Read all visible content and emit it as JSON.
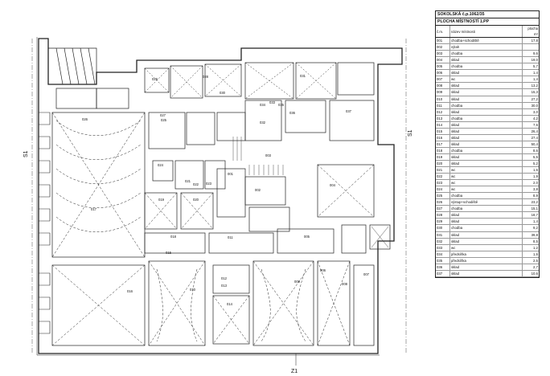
{
  "legend": {
    "building": "SOKOLSKÁ č.p.1062/35",
    "floor": "PLOCHA MÍSTNOSTÍ 1.PP",
    "columns": [
      "č.m.",
      "název místnosti",
      "plocha m²"
    ],
    "rows": [
      [
        "001",
        "chodba+schodiště",
        "17,8"
      ],
      [
        "002",
        "výtah",
        ""
      ],
      [
        "003",
        "chodba",
        "9,6"
      ],
      [
        "004",
        "sklad",
        "19,0"
      ],
      [
        "005",
        "chodba",
        "5,7"
      ],
      [
        "006",
        "sklad",
        "1,4"
      ],
      [
        "007",
        "wc",
        "1,4"
      ],
      [
        "008",
        "sklad",
        "13,2"
      ],
      [
        "009",
        "sklad",
        "15,3"
      ],
      [
        "010",
        "sklad",
        "27,2"
      ],
      [
        "011",
        "chodba",
        "30,0"
      ],
      [
        "012",
        "sklad",
        "3,0"
      ],
      [
        "013",
        "chodba",
        "4,2"
      ],
      [
        "014",
        "sklad",
        "7,6"
      ],
      [
        "015",
        "sklad",
        "26,4"
      ],
      [
        "016",
        "sklad",
        "27,4"
      ],
      [
        "017",
        "sklad",
        "50,4"
      ],
      [
        "018",
        "chodba",
        "8,6"
      ],
      [
        "019",
        "sklad",
        "5,5"
      ],
      [
        "020",
        "sklad",
        "5,2"
      ],
      [
        "021",
        "wc",
        "1,6"
      ],
      [
        "022",
        "wc",
        "1,9"
      ],
      [
        "023",
        "wc",
        "2,0"
      ],
      [
        "024",
        "wc",
        "3,8"
      ],
      [
        "025",
        "chodba",
        "8,9"
      ],
      [
        "026",
        "výstup+schodiště",
        "23,2"
      ],
      [
        "027",
        "chodba",
        "15,1"
      ],
      [
        "028",
        "sklad",
        "18,7"
      ],
      [
        "029",
        "sklad",
        "1,4"
      ],
      [
        "030",
        "chodba",
        "9,2"
      ],
      [
        "031",
        "sklad",
        "39,8"
      ],
      [
        "032",
        "sklad",
        "8,5"
      ],
      [
        "033",
        "wc",
        "1,2"
      ],
      [
        "034",
        "předsíňka",
        "1,6"
      ],
      [
        "035",
        "předsíňka",
        "2,5"
      ],
      [
        "036",
        "sklad",
        "2,7"
      ],
      [
        "037",
        "sklad",
        "10,6"
      ]
    ]
  },
  "plan": {
    "section_marks": {
      "left": "S1",
      "right": "S1",
      "bottom": "Z1"
    },
    "room_labels": [
      "001",
      "002",
      "003",
      "004",
      "005",
      "006",
      "007",
      "008",
      "009",
      "010",
      "011",
      "012",
      "013",
      "014",
      "015",
      "016",
      "017",
      "018",
      "019",
      "020",
      "021",
      "022",
      "023",
      "024",
      "025",
      "026",
      "027",
      "028",
      "029",
      "030",
      "031",
      "032",
      "033",
      "034",
      "035",
      "036",
      "037"
    ]
  }
}
